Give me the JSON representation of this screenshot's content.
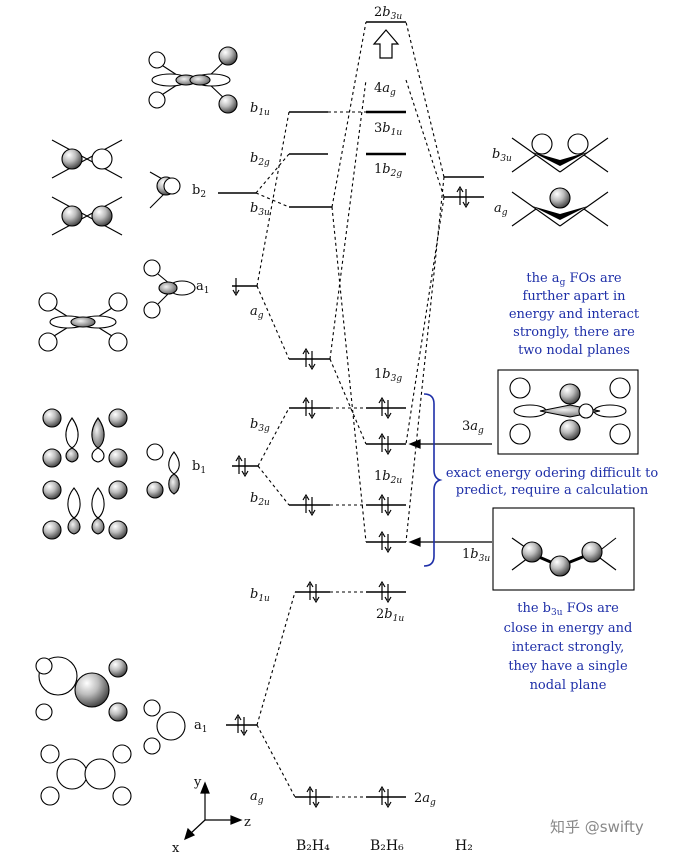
{
  "fragment_labels": {
    "b1u_top": "b",
    "b1u_top_sub": "1u",
    "b2g": "b",
    "b2g_sub": "2g",
    "b2": "b",
    "b2_sub": "2",
    "b3u": "b",
    "b3u_sub": "3u",
    "a1_upper": "a",
    "a1_upper_sub": "1",
    "ag_upper": "a",
    "ag_upper_sub": "g",
    "b3g": "b",
    "b3g_sub": "3g",
    "b1": "b",
    "b1_sub": "1",
    "b2u": "b",
    "b2u_sub": "2u",
    "b1u_low": "b",
    "b1u_low_sub": "1u",
    "a1_low": "a",
    "a1_low_sub": "1",
    "ag_low": "a",
    "ag_low_sub": "g"
  },
  "b2h6_labels": {
    "2b3u": "2",
    "2b3u_b": "b",
    "2b3u_sub": "3u",
    "4ag": "4",
    "4ag_a": "a",
    "4ag_sub": "g",
    "3b1u": "3",
    "3b1u_b": "b",
    "3b1u_sub": "1u",
    "1b2g": "1",
    "1b2g_b": "b",
    "1b2g_sub": "2g",
    "1b3g": "1",
    "1b3g_b": "b",
    "1b3g_sub": "3g",
    "1b2u": "1",
    "1b2u_b": "b",
    "1b2u_sub": "2u",
    "2b1u": "2",
    "2b1u_b": "b",
    "2b1u_sub": "1u",
    "2ag": "2",
    "2ag_a": "a",
    "2ag_sub": "g"
  },
  "h2_labels": {
    "b3u": "b",
    "b3u_sub": "3u",
    "ag": "a",
    "ag_sub": "g",
    "3ag": "3",
    "3ag_a": "a",
    "3ag_sub": "g",
    "1b3u": "1",
    "1b3u_b": "b",
    "1b3u_sub": "3u"
  },
  "columns": {
    "b2h4": "B₂H₄",
    "b2h6": "B₂H₆",
    "h2": "H₂"
  },
  "axes": {
    "y": "y",
    "z": "z",
    "x": "x"
  },
  "notes": {
    "ag_note": [
      "the a",
      "g",
      " FOs are",
      "further apart in",
      "energy and interact",
      "strongly, there are",
      "two nodal planes"
    ],
    "ordering_note": [
      "exact energy odering difficult to",
      "predict, require a calculation"
    ],
    "b3u_note": [
      "the b",
      "3u",
      " FOs are",
      "close in energy and",
      "interact strongly,",
      "they have a single",
      "nodal plane"
    ]
  },
  "watermark": "知乎 @swifty",
  "colors": {
    "annotation": "#1e2fa8",
    "line": "#000000"
  }
}
